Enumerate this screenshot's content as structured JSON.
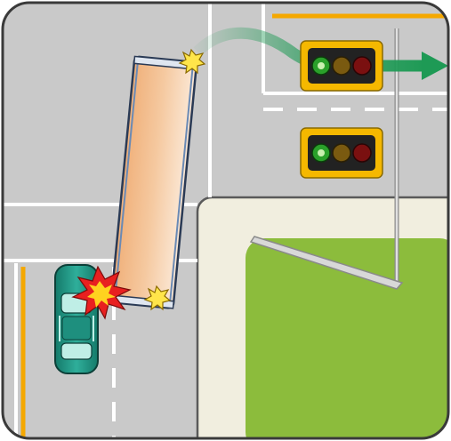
{
  "scene": {
    "description_icon": "truck-turning-collision-icon",
    "colors": {
      "road": "#c8c8c8",
      "lane_marking": "#ffffff",
      "edge_line": "#f5a800",
      "sidewalk": "#f1eedf",
      "grass": "#8cbc3c",
      "truck_body": "#f0b888",
      "car": "#1f8f7f",
      "signal_housing": "#222222",
      "signal_frame": "#f5b800",
      "signal_green": "#2a9a2a",
      "signal_yellow": "#7a5a10",
      "signal_red": "#7a1010",
      "arrow": "#1e9a55",
      "crash": "#e82020",
      "pole": "#d8d8d8"
    },
    "signals": [
      {
        "name": "upper-traffic-light",
        "lit": "green"
      },
      {
        "name": "lower-traffic-light",
        "lit": "green"
      }
    ],
    "turn_arrow": {
      "direction": "right",
      "icon": "right-turn-arrow-icon"
    },
    "impacts": [
      {
        "name": "front-contact-point",
        "icon": "impact-star-icon"
      },
      {
        "name": "rear-contact-point",
        "icon": "impact-star-icon"
      },
      {
        "name": "car-collision",
        "icon": "crash-burst-icon"
      }
    ]
  }
}
